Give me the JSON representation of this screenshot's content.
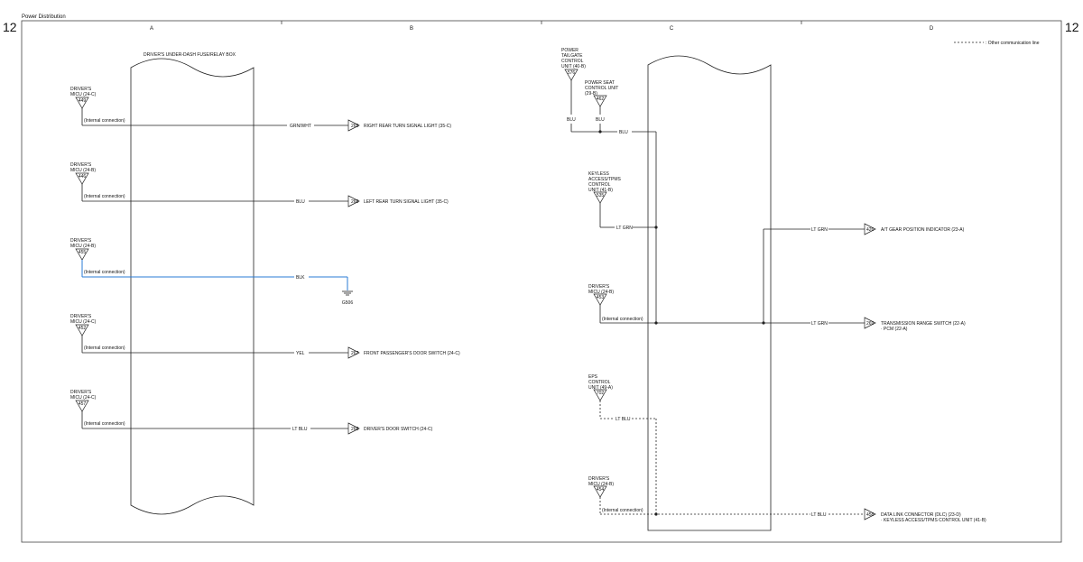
{
  "header": {
    "title": "Power Distribution",
    "page_number_left": "12",
    "page_number_right": "12"
  },
  "columns": [
    "A",
    "B",
    "C",
    "D"
  ],
  "legend": {
    "label": ": Other communication line"
  },
  "fuse_box": {
    "label": "DRIVER'S UNDER-DASH FUSE/RELAY BOX"
  },
  "left_circuits": [
    {
      "source": [
        "DRIVER'S",
        "MICU (24-C)"
      ],
      "pin": "449",
      "internal": "(Internal connection)",
      "wire": "GRN/WHT",
      "dest_pin": "265",
      "dest": "RIGHT REAR TURN SIGNAL LIGHT (35-C)"
    },
    {
      "source": [
        "DRIVER'S",
        "MICU (24-B)"
      ],
      "pin": "446",
      "internal": "(Internal connection)",
      "wire": "BLU",
      "dest_pin": "266",
      "dest": "LEFT REAR TURN SIGNAL LIGHT (35-C)"
    },
    {
      "source": [
        "DRIVER'S",
        "MICU (24-B)"
      ],
      "pin": "455",
      "internal": "(Internal connection)",
      "wire": "BLK",
      "ground": "G506"
    },
    {
      "source": [
        "DRIVER'S",
        "MICU (24-C)"
      ],
      "pin": "452",
      "internal": "(Internal connection)",
      "wire": "YEL",
      "dest_pin": "267",
      "dest": "FRONT PASSENGER'S DOOR SWITCH (24-C)"
    },
    {
      "source": [
        "DRIVER'S",
        "MICU (24-C)"
      ],
      "pin": "457",
      "internal": "(Internal connection)",
      "wire": "LT BLU",
      "dest_pin": "268",
      "dest": "DRIVER'S DOOR SWITCH (24-C)"
    }
  ],
  "right_sources": [
    {
      "label": [
        "POWER",
        "TAILGATE",
        "CONTROL",
        "UNIT (40-B)"
      ],
      "pin": "576",
      "wire": "BLU"
    },
    {
      "label": [
        "POWER SEAT",
        "CONTROL UNIT",
        "(29-B)"
      ],
      "pin": "462",
      "wire": "BLU"
    },
    {
      "label": [
        "KEYLESS",
        "ACCESS/TPMS",
        "CONTROL",
        "UNIT (41-B)"
      ],
      "pin": "535",
      "wire": "LT GRN"
    },
    {
      "label": [
        "DRIVER'S",
        "MICU (24-B)"
      ],
      "pin": "453",
      "internal": "(Internal connection)"
    },
    {
      "label": [
        "EPS",
        "CONTROL",
        "UNIT (49-A)"
      ],
      "pin": "702",
      "wire": "LT BLU"
    },
    {
      "label": [
        "DRIVER'S",
        "MICU (24-B)"
      ],
      "pin": "454",
      "internal": "(Internal connection)"
    }
  ],
  "bus_labels": {
    "blu": "BLU"
  },
  "right_dests": [
    {
      "wire": "LT GRN",
      "pin": "426",
      "lines": [
        "A/T GEAR POSITION INDICATOR (23-A)"
      ]
    },
    {
      "wire": "LT GRN",
      "pin": "269",
      "lines": [
        "TRANSMISSION RANGE SWITCH (22-A)",
        "· PCM (22-A)"
      ]
    },
    {
      "wire": "LT BLU",
      "pin": "458",
      "lines": [
        "DATA LINK CONNECTOR (DLC) (23-D)",
        "· KEYLESS ACCESS/TPMS CONTROL UNIT (41-B)"
      ]
    }
  ],
  "colors": {
    "line": "#222222",
    "ground_wire": "#2a7bd5",
    "frame": "#444444"
  }
}
